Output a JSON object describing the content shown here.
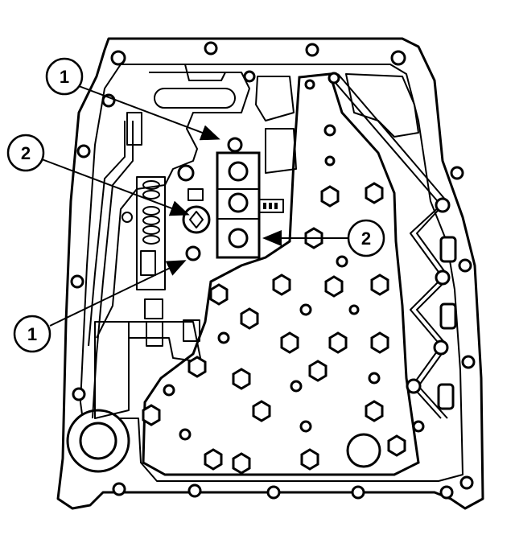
{
  "diagram": {
    "callouts": [
      {
        "id": "c1-top",
        "label": "1"
      },
      {
        "id": "c2-left",
        "label": "2"
      },
      {
        "id": "c2-right",
        "label": "2"
      },
      {
        "id": "c1-bottom",
        "label": "1"
      }
    ]
  }
}
